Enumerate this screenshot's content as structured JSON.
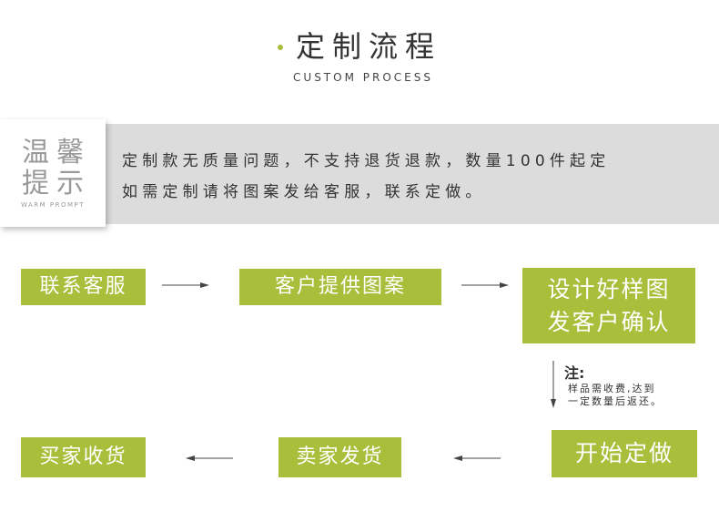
{
  "header": {
    "title": "定制流程",
    "subtitle": "CUSTOM PROCESS"
  },
  "notice": {
    "label_line1": "温馨",
    "label_line2": "提示",
    "label_en": "WARM PROMPT",
    "line1": "定制款无质量问题，不支持退货退款，数量100件起定",
    "line2": "如需定制请将图案发给客服，联系定做。"
  },
  "steps": {
    "contact": "联系客服",
    "provide": "客户提供图案",
    "design_line1": "设计好样图",
    "design_line2": "发客户确认",
    "start": "开始定做",
    "ship": "卖家发货",
    "receive": "买家收货"
  },
  "note": {
    "title": "注:",
    "line1": "样品需收费,达到",
    "line2": "一定数量后返还。"
  },
  "colors": {
    "accent": "#a9bf3c",
    "notice_bg": "#dcdcdc"
  }
}
